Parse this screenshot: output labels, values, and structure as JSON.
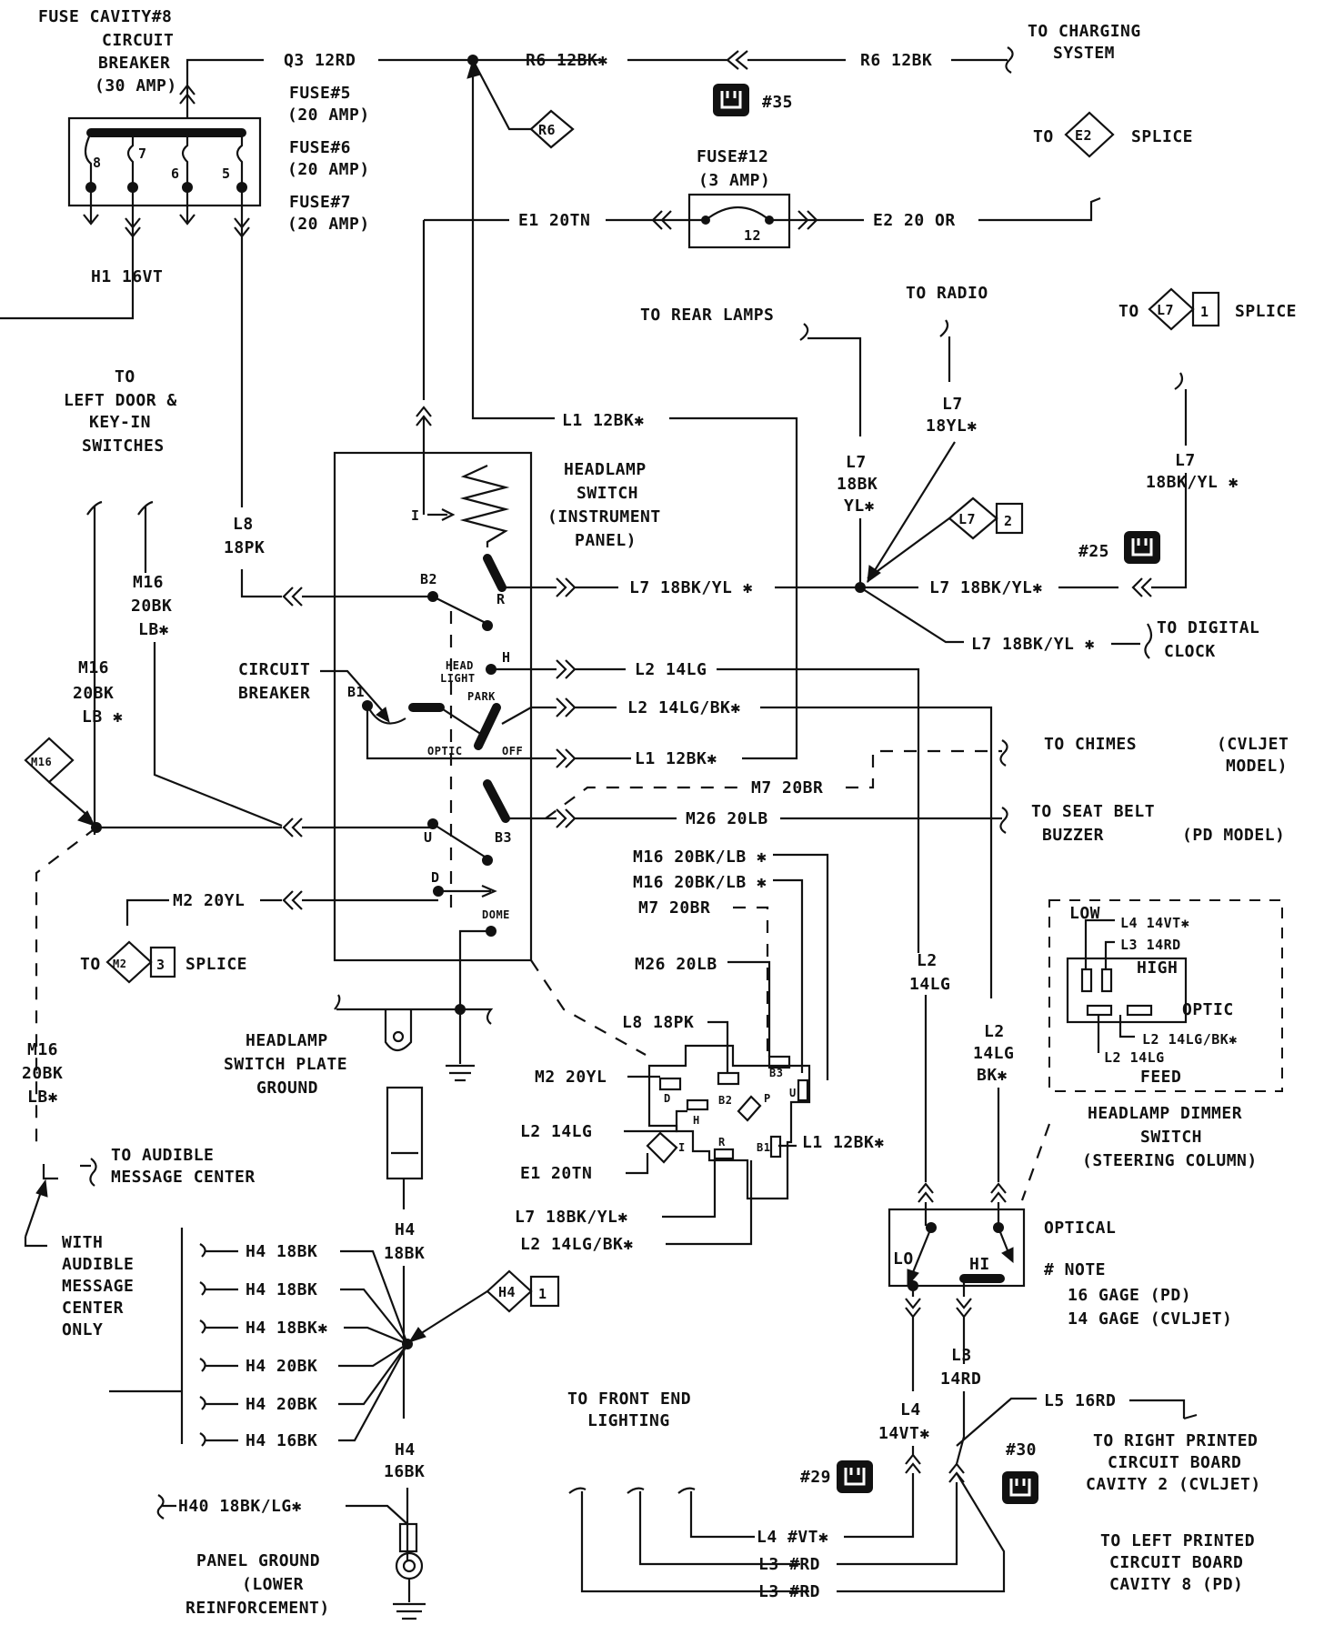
{
  "labels": {
    "fuse_cavity": [
      "FUSE CAVITY#8",
      "CIRCUIT",
      "BREAKER",
      "(30 AMP)"
    ],
    "fuses_right": [
      "FUSE#5",
      "(20 AMP)",
      "FUSE#6",
      "(20 AMP)",
      "FUSE#7",
      "(20 AMP)"
    ],
    "fuse_nums": [
      "8",
      "7",
      "6",
      "5"
    ],
    "q3": "Q3 12RD",
    "r6_ast": "R6 12BK✱",
    "r6": "R6 12BK",
    "charging": [
      "TO CHARGING",
      "SYSTEM"
    ],
    "conn35": "#35",
    "to_e2": "TO",
    "e2_tag": "E2",
    "e2_splice": "SPLICE",
    "r6_tag": "R6",
    "fuse12": [
      "FUSE#12",
      "(3 AMP)"
    ],
    "fuse12_num": "12",
    "e1": "E1 20TN",
    "e2": "E2 20 OR",
    "h1": "H1 16VT",
    "to_rear": "TO REAR LAMPS",
    "to_radio": "TO RADIO",
    "to_l7": "TO",
    "l7_tag": "L7",
    "l7_num1": "1",
    "l7_splice": "SPLICE",
    "left_door": [
      "TO",
      "LEFT DOOR &",
      "KEY-IN",
      "SWITCHES"
    ],
    "l1_top": "L1 12BK✱",
    "l7_18yl": [
      "L7",
      "18YL✱"
    ],
    "l7_18bk_yl_v": [
      "L7",
      "18BK",
      "YL✱"
    ],
    "l7_18bkyl_right": [
      "L7",
      "18BK/YL ✱"
    ],
    "headlamp_switch": [
      "HEADLAMP",
      "SWITCH",
      "(INSTRUMENT",
      "PANEL)"
    ],
    "l7_2": "2",
    "conn25": "#25",
    "l8": [
      "L8",
      "18PK"
    ],
    "m16_top": [
      "M16",
      "20BK",
      "LB✱"
    ],
    "sw_labels": {
      "I": "I",
      "B2": "B2",
      "R": "R",
      "H": "H",
      "headlight": [
        "HEAD",
        "LIGHT"
      ],
      "park": "PARK",
      "B1": "B1",
      "optic": "OPTIC",
      "off": "OFF",
      "U": "U",
      "B3": "B3",
      "D": "D",
      "dome": "DOME"
    },
    "l7_main": "L7 18BK/YL ✱",
    "l7_right": "L7 18BK/YL✱",
    "l7_clock": "L7 18BK/YL ✱",
    "digital_clock": [
      "TO DIGITAL",
      "CLOCK"
    ],
    "m16_left": [
      "M16",
      "20BK",
      "LB ✱"
    ],
    "circuit_breaker": [
      "CIRCUIT",
      "BREAKER"
    ],
    "l2_14lg": "L2 14LG",
    "l2_14lgbk": "L2 14LG/BK✱",
    "l1_12bk": "L1 12BK✱",
    "chimes": "TO CHIMES",
    "cvljet": [
      "(CVLJET",
      "MODEL)"
    ],
    "m16_tag": "M16",
    "m7": "M7 20BR",
    "m26": "M26 20LB",
    "seat_belt": [
      "TO SEAT BELT",
      "BUZZER"
    ],
    "pd_model": "(PD MODEL)",
    "m16_bklb1": "M16 20BK/LB ✱",
    "m16_bklb2": "M16 20BK/LB ✱",
    "m7_2": "M7 20BR",
    "m2": "M2 20YL",
    "m26_2": "M26 20LB",
    "to_m2": "TO",
    "m2_tag": "M2",
    "m2_num": "3",
    "m2_splice": "SPLICE",
    "dimmer": {
      "low": "LOW",
      "l4": "L4 14VT✱",
      "l3": "L3 14RD",
      "high": "HIGH",
      "optic": "OPTIC",
      "l2bk": "L2 14LG/BK✱",
      "l2": "L2 14LG",
      "feed": "FEED"
    },
    "l2_v1": [
      "L2",
      "14LG"
    ],
    "l2_v2": [
      "L2",
      "14LG",
      "BK✱"
    ],
    "plate_ground": [
      "HEADLAMP",
      "SWITCH PLATE",
      "GROUND"
    ],
    "l8_conn": "L8 18PK",
    "m16_lower": [
      "M16",
      "20BK",
      "LB✱"
    ],
    "m2_conn": "M2 20YL",
    "conn_pins": {
      "b3": "B3",
      "d": "D",
      "b2": "B2",
      "h": "H",
      "p": "P",
      "u": "U",
      "i": "I",
      "r": "R",
      "b1": "B1"
    },
    "l2_conn": "L2 14LG",
    "l1_conn": "L1 12BK✱",
    "dimmer_title": [
      "HEADLAMP DIMMER",
      "SWITCH",
      "(STEERING COLUMN)"
    ],
    "audible": [
      "TO AUDIBLE",
      "MESSAGE CENTER"
    ],
    "e1_conn": "E1 20TN",
    "l7_conn": "L7 18BK/YL✱",
    "l2bk_conn": "L2 14LG/BK✱",
    "h4_18bk": [
      "H4",
      "18BK"
    ],
    "optical": "OPTICAL",
    "with_audible": [
      "WITH",
      "AUDIBLE",
      "MESSAGE",
      "CENTER",
      "ONLY"
    ],
    "h4_list": [
      "H4 18BK",
      "H4 18BK",
      "H4 18BK✱",
      "H4 20BK",
      "H4 20BK",
      "H4 16BK"
    ],
    "h4_tag": "H4",
    "h4_num": "1",
    "lo": "LO",
    "hi": "HI",
    "note": [
      "# NOTE",
      "16 GAGE  (PD)",
      "14 GAGE  (CVLJET)"
    ],
    "l3_14rd": [
      "L3",
      "14RD"
    ],
    "front_end": [
      "TO FRONT END",
      "LIGHTING"
    ],
    "l5": "L5 16RD",
    "h4_16bk": [
      "H4",
      "16BK"
    ],
    "l4_14vt": [
      "L4",
      "14VT✱"
    ],
    "conn29": "#29",
    "conn30": "#30",
    "right_pcb": [
      "TO RIGHT PRINTED",
      "CIRCUIT BOARD",
      "CAVITY 2 (CVLJET)"
    ],
    "h40": "H40 18BK/LG✱",
    "l4_vt": "L4 #VT✱",
    "l3_rd1": "L3 #RD",
    "l3_rd2": "L3 #RD",
    "panel_ground": [
      "PANEL GROUND",
      "(LOWER",
      "REINFORCEMENT)"
    ],
    "left_pcb": [
      "TO LEFT PRINTED",
      "CIRCUIT BOARD",
      "CAVITY 8 (PD)"
    ]
  }
}
